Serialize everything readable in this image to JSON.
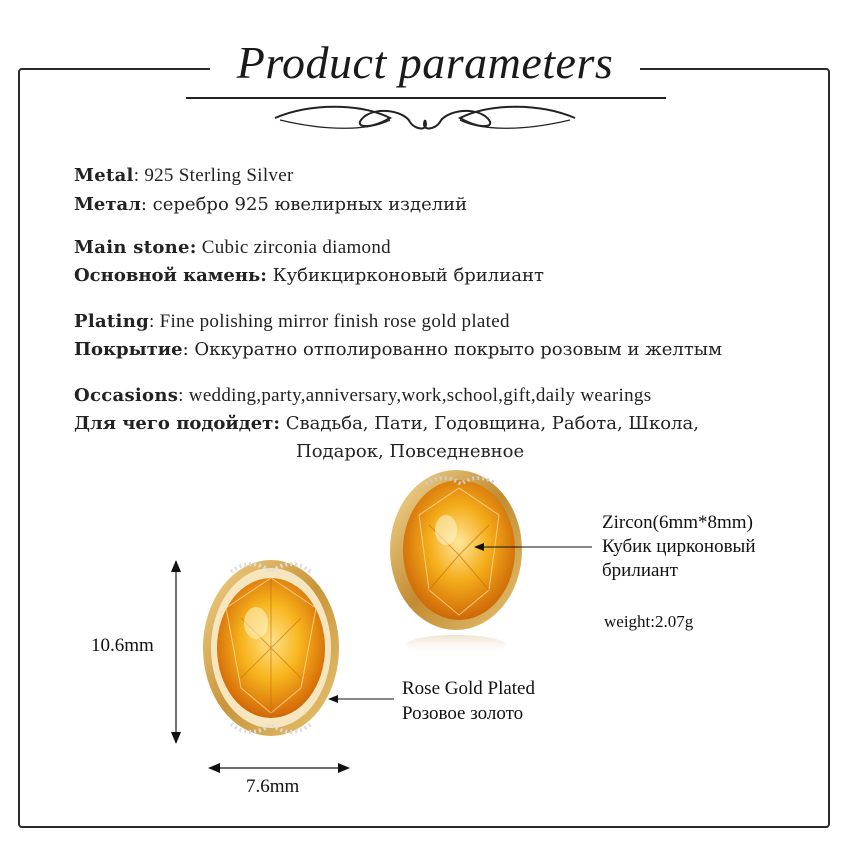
{
  "title": "Product parameters",
  "specs": {
    "metal_en": {
      "label": "Metal",
      "value": ": 925 Sterling Silver"
    },
    "metal_ru": {
      "label": "Метал",
      "value": ": серебро 925 ювелирных изделий"
    },
    "stone_en": {
      "label": "Main stone:",
      "value": " Cubic zirconia diamond"
    },
    "stone_ru": {
      "label": "Основной камень:",
      "value": " Кубикцирконовый брилиант"
    },
    "plating_en": {
      "label": "Plating",
      "value": ": Fine polishing mirror finish rose gold plated"
    },
    "plating_ru": {
      "label": "Покрытие",
      "value": ": Оккуратно отполированно  покрыто розовым и желтым"
    },
    "occasions_en": {
      "label": "Occasions",
      "value": ": wedding,party,anniversary,work,school,gift,daily wearings"
    },
    "occasions_ru": {
      "label": "Для чего подойдет:",
      "value": "  Свадьба, Пати, Годовщина, Работа, Школа,"
    },
    "occasions_ru_2": "Подарок, Повседневное"
  },
  "annotations": {
    "height": "10.6mm",
    "width": "7.6mm",
    "zircon_1": "Zircon(6mm*8mm)",
    "zircon_2": "Кубик цирконовый",
    "zircon_3": "брилиант",
    "weight": "weight:2.07g",
    "plating_1": "Rose Gold Plated",
    "plating_2": "Розовое золото"
  },
  "colors": {
    "gem": "#f0a21a",
    "gold": "#d4a24a",
    "frame": "#2a2a2a"
  }
}
